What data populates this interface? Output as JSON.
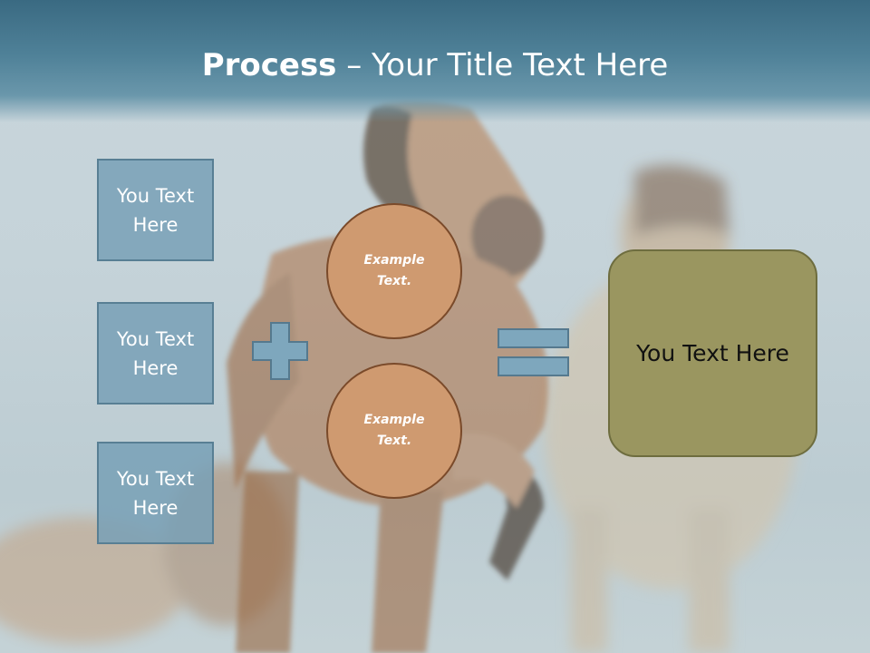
{
  "slide": {
    "title_bold": "Process",
    "title_rest": " – Your Title Text Here"
  },
  "left_boxes": [
    {
      "label": "You Text Here"
    },
    {
      "label": "You Text Here"
    },
    {
      "label": "You Text Here"
    }
  ],
  "circles": [
    {
      "label": "Example Text."
    },
    {
      "label": "Example Text."
    }
  ],
  "operators": {
    "plus": "plus-icon",
    "equals": "equals-icon"
  },
  "result": {
    "label": "You Text Here"
  },
  "colors": {
    "title_bar": "#4f8198",
    "box_fill": "#78a0b6",
    "circle_fill": "#cf9a70",
    "result_fill": "#9a9660"
  }
}
